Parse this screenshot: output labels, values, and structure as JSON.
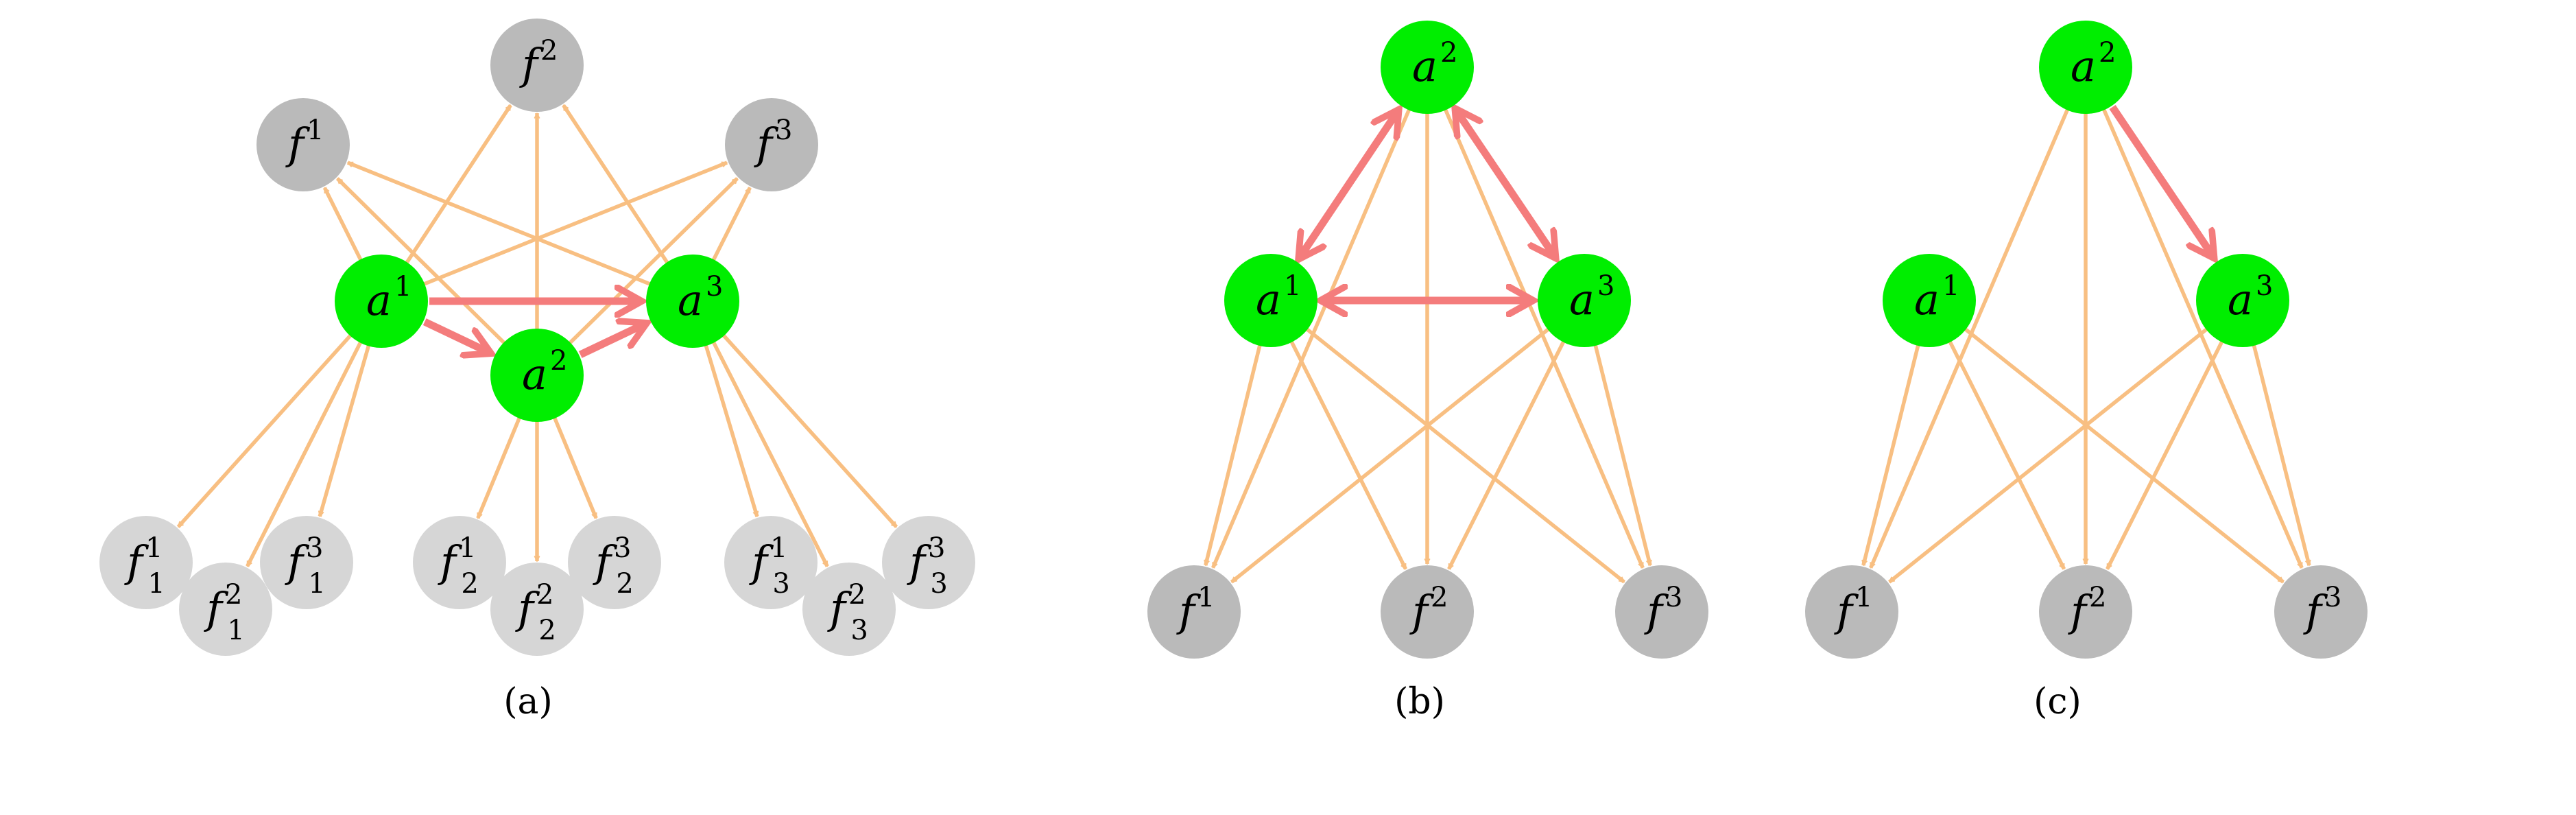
{
  "colors": {
    "agent": "#00EE00",
    "factor": "#BABABA",
    "subfactor": "#D6D6D6",
    "influence_edge": "#F8BF82",
    "agent_edge": "#F47C7C"
  },
  "panels": [
    {
      "caption": "(a)",
      "nodes": [
        {
          "id": "f2",
          "base": "f",
          "sup": "2",
          "sub": "",
          "kind": "factor"
        },
        {
          "id": "f1",
          "base": "f",
          "sup": "1",
          "sub": "",
          "kind": "factor"
        },
        {
          "id": "f3",
          "base": "f",
          "sup": "3",
          "sub": "",
          "kind": "factor"
        },
        {
          "id": "a1",
          "base": "a",
          "sup": "1",
          "sub": "",
          "kind": "agent"
        },
        {
          "id": "a3",
          "base": "a",
          "sup": "3",
          "sub": "",
          "kind": "agent"
        },
        {
          "id": "a2",
          "base": "a",
          "sup": "2",
          "sub": "",
          "kind": "agent"
        },
        {
          "id": "f11",
          "base": "f",
          "sup": "1",
          "sub": "1",
          "kind": "subfactor"
        },
        {
          "id": "f13",
          "base": "f",
          "sup": "3",
          "sub": "1",
          "kind": "subfactor"
        },
        {
          "id": "f12",
          "base": "f",
          "sup": "2",
          "sub": "1",
          "kind": "subfactor"
        },
        {
          "id": "f21",
          "base": "f",
          "sup": "1",
          "sub": "2",
          "kind": "subfactor"
        },
        {
          "id": "f23",
          "base": "f",
          "sup": "3",
          "sub": "2",
          "kind": "subfactor"
        },
        {
          "id": "f22",
          "base": "f",
          "sup": "2",
          "sub": "2",
          "kind": "subfactor"
        },
        {
          "id": "f31",
          "base": "f",
          "sup": "1",
          "sub": "3",
          "kind": "subfactor"
        },
        {
          "id": "f33",
          "base": "f",
          "sup": "3",
          "sub": "3",
          "kind": "subfactor"
        },
        {
          "id": "f32",
          "base": "f",
          "sup": "2",
          "sub": "3",
          "kind": "subfactor"
        }
      ],
      "orange_edges": [
        [
          "a1",
          "f1"
        ],
        [
          "a1",
          "f2"
        ],
        [
          "a1",
          "f3"
        ],
        [
          "a2",
          "f1"
        ],
        [
          "a2",
          "f2"
        ],
        [
          "a2",
          "f3"
        ],
        [
          "a3",
          "f1"
        ],
        [
          "a3",
          "f2"
        ],
        [
          "a3",
          "f3"
        ],
        [
          "a1",
          "f11"
        ],
        [
          "a1",
          "f12"
        ],
        [
          "a1",
          "f13"
        ],
        [
          "a2",
          "f21"
        ],
        [
          "a2",
          "f22"
        ],
        [
          "a2",
          "f23"
        ],
        [
          "a3",
          "f31"
        ],
        [
          "a3",
          "f32"
        ],
        [
          "a3",
          "f33"
        ]
      ],
      "red_edges": [
        {
          "from": "a1",
          "to": "a3",
          "double": false
        },
        {
          "from": "a1",
          "to": "a2",
          "double": false
        },
        {
          "from": "a2",
          "to": "a3",
          "double": false
        }
      ]
    },
    {
      "caption": "(b)",
      "nodes": [
        {
          "id": "a2",
          "base": "a",
          "sup": "2",
          "sub": "",
          "kind": "agent"
        },
        {
          "id": "a1",
          "base": "a",
          "sup": "1",
          "sub": "",
          "kind": "agent"
        },
        {
          "id": "a3",
          "base": "a",
          "sup": "3",
          "sub": "",
          "kind": "agent"
        },
        {
          "id": "f1",
          "base": "f",
          "sup": "1",
          "sub": "",
          "kind": "factor"
        },
        {
          "id": "f2",
          "base": "f",
          "sup": "2",
          "sub": "",
          "kind": "factor"
        },
        {
          "id": "f3",
          "base": "f",
          "sup": "3",
          "sub": "",
          "kind": "factor"
        }
      ],
      "orange_edges": [
        [
          "a1",
          "f1"
        ],
        [
          "a1",
          "f2"
        ],
        [
          "a1",
          "f3"
        ],
        [
          "a2",
          "f1"
        ],
        [
          "a2",
          "f2"
        ],
        [
          "a2",
          "f3"
        ],
        [
          "a3",
          "f1"
        ],
        [
          "a3",
          "f2"
        ],
        [
          "a3",
          "f3"
        ]
      ],
      "red_edges": [
        {
          "from": "a1",
          "to": "a2",
          "double": true
        },
        {
          "from": "a2",
          "to": "a3",
          "double": true
        },
        {
          "from": "a1",
          "to": "a3",
          "double": true
        }
      ]
    },
    {
      "caption": "(c)",
      "nodes": [
        {
          "id": "a2",
          "base": "a",
          "sup": "2",
          "sub": "",
          "kind": "agent"
        },
        {
          "id": "a1",
          "base": "a",
          "sup": "1",
          "sub": "",
          "kind": "agent"
        },
        {
          "id": "a3",
          "base": "a",
          "sup": "3",
          "sub": "",
          "kind": "agent"
        },
        {
          "id": "f1",
          "base": "f",
          "sup": "1",
          "sub": "",
          "kind": "factor"
        },
        {
          "id": "f2",
          "base": "f",
          "sup": "2",
          "sub": "",
          "kind": "factor"
        },
        {
          "id": "f3",
          "base": "f",
          "sup": "3",
          "sub": "",
          "kind": "factor"
        }
      ],
      "orange_edges": [
        [
          "a1",
          "f1"
        ],
        [
          "a1",
          "f2"
        ],
        [
          "a1",
          "f3"
        ],
        [
          "a2",
          "f1"
        ],
        [
          "a2",
          "f2"
        ],
        [
          "a2",
          "f3"
        ],
        [
          "a3",
          "f1"
        ],
        [
          "a3",
          "f2"
        ],
        [
          "a3",
          "f3"
        ]
      ],
      "red_edges": [
        {
          "from": "a2",
          "to": "a3",
          "double": false
        }
      ]
    }
  ]
}
